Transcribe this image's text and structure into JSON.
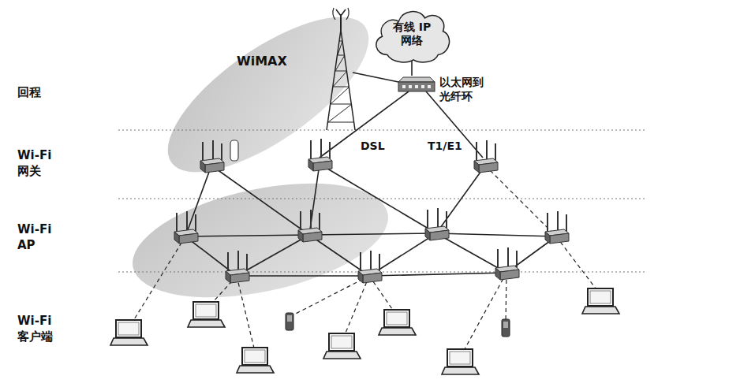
{
  "diagram": {
    "nodes": [
      {
        "text": [
          "有线 IP 网络"
        ]
      },
      {
        "text": [
          "以太网到光纤环"
        ]
      }
    ],
    "edges": [
      {
        "from": 0,
        "to": 1,
        "arrow": "none"
      }
    ],
    "labels": [
      "回程",
      "Wi-Fi 网关",
      "Wi-Fi AP",
      "Wi-Fi 客户端",
      "WiMAX",
      "DSL",
      "T1/E1"
    ]
  }
}
